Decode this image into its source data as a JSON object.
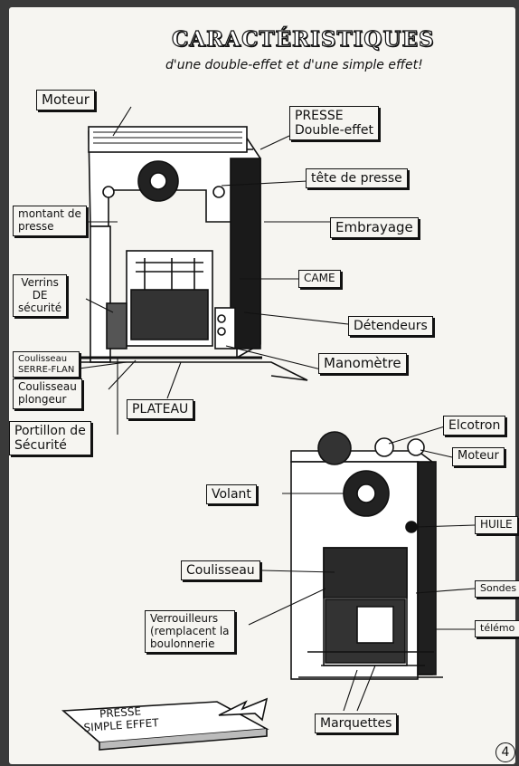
{
  "title": "CARACTÉRISTIQUES",
  "subtitle": "d'une double-effet et d'une simple effet!",
  "top_press": {
    "labels": {
      "moteur": "Moteur",
      "presse_double": "PRESSE\nDouble-effet",
      "tete": "tête de presse",
      "montant": "montant de\npresse",
      "embrayage": "Embrayage",
      "verrins": "Verrins\nDE\nsécurité",
      "came": "CAME",
      "detendeurs": "Détendeurs",
      "coulisseau_serre": "Coulisseau\nSERRE-FLAN",
      "manometre": "Manomètre",
      "coulisseau_plongeur": "Coulisseau\nplongeur",
      "plateau": "PLATEAU",
      "portillon": "Portillon de\nSécurité"
    }
  },
  "bottom_press": {
    "labels": {
      "elcotron": "Elcotron",
      "moteur": "Moteur",
      "volant": "Volant",
      "huile": "HUILE",
      "coulisseau": "Coulisseau",
      "sondes": "Sondes",
      "verrouilleurs": "Verrouilleurs\n(remplacent la\nboulonnerie",
      "telemo": "télémo",
      "marquettes": "Marquettes",
      "presse_simple": "PRESSE\nSIMPLE EFFET"
    }
  },
  "page_number": "4"
}
